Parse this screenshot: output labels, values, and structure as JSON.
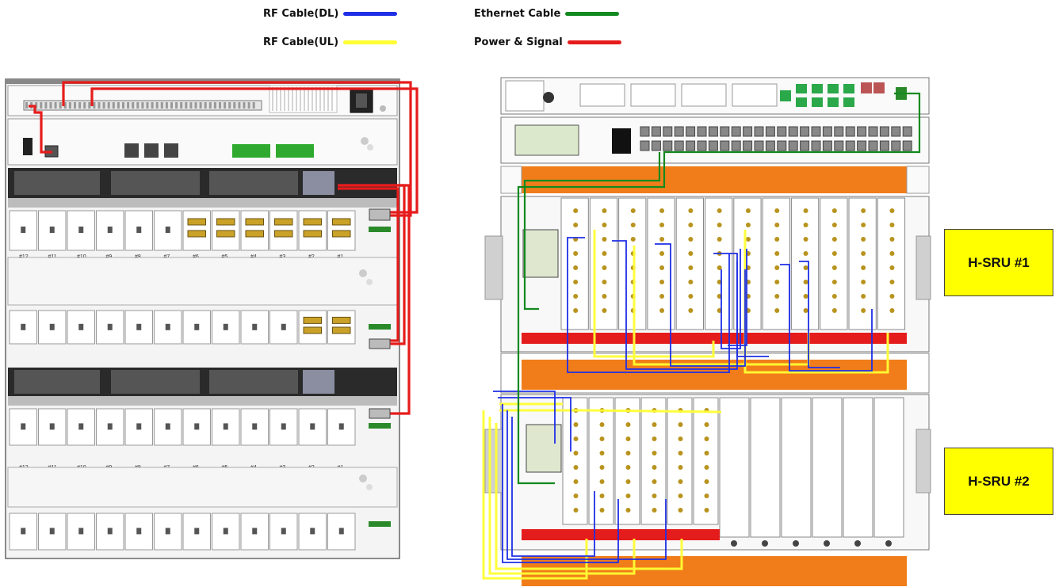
{
  "legend": {
    "items": [
      {
        "label": "RF Cable(DL)",
        "color": "#1f2fe6"
      },
      {
        "label": "RF Cable(UL)",
        "color": "#ffff33"
      },
      {
        "label": "Ethernet Cable",
        "color": "#128a1f"
      },
      {
        "label": "Power & Signal",
        "color": "#e61c1c"
      }
    ]
  },
  "left_panel": {
    "slot_labels": [
      "#12",
      "#11",
      "#10",
      "#9",
      "#8",
      "#7",
      "#6",
      "#5",
      "#4",
      "#3",
      "#2",
      "#1"
    ]
  },
  "units": [
    {
      "label": "H-SRU #1"
    },
    {
      "label": "H-SRU #2"
    }
  ],
  "colors": {
    "accent_orange": "#f07d1a",
    "card_red": "#e51c1c",
    "label_yellow": "#ffff00"
  }
}
